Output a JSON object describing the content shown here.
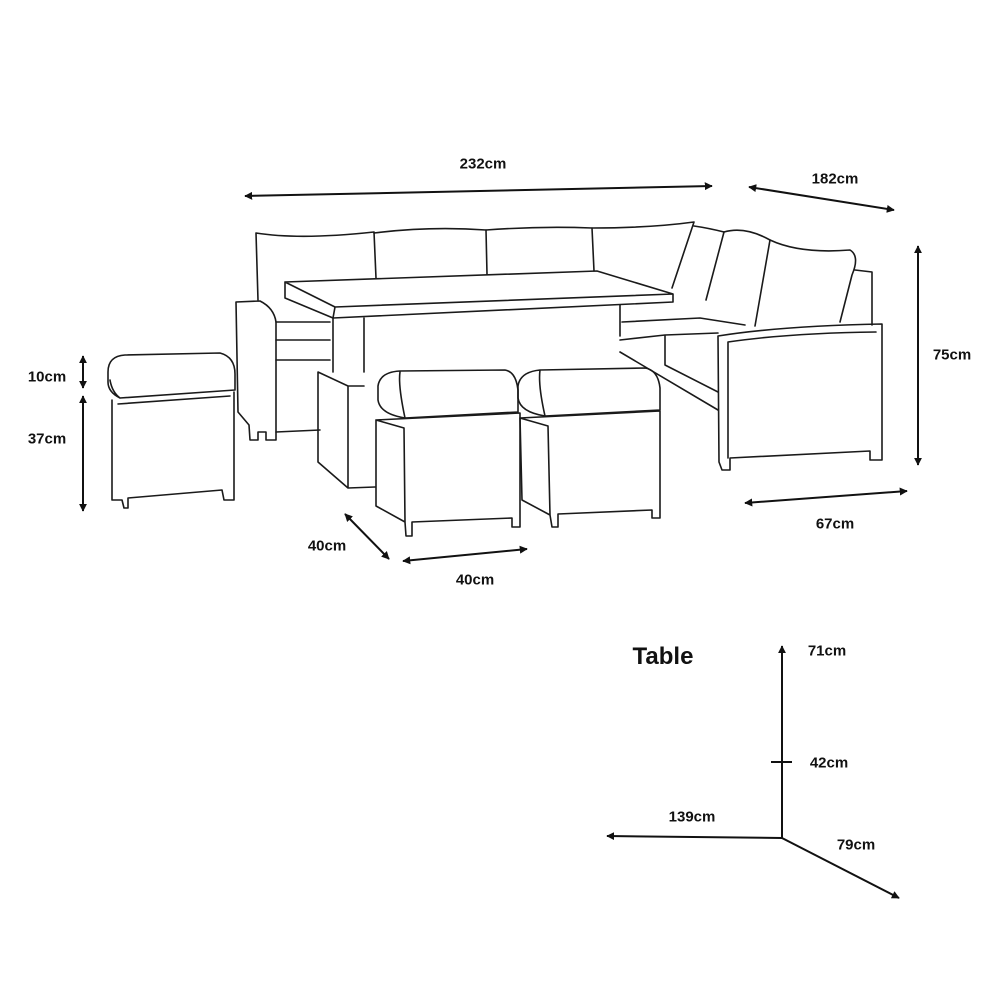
{
  "dimensions": {
    "sofa_length": "232cm",
    "sofa_depth": "182cm",
    "sofa_height": "75cm",
    "stool_cushion_height": "10cm",
    "stool_base_height": "37cm",
    "stool_depth": "40cm",
    "stool_width": "40cm",
    "sofa_arm_width": "67cm"
  },
  "table": {
    "title": "Table",
    "height_max": "71cm",
    "height_min": "42cm",
    "length": "139cm",
    "width": "79cm"
  },
  "colors": {
    "line": "#1a1a1a",
    "background": "#ffffff"
  }
}
